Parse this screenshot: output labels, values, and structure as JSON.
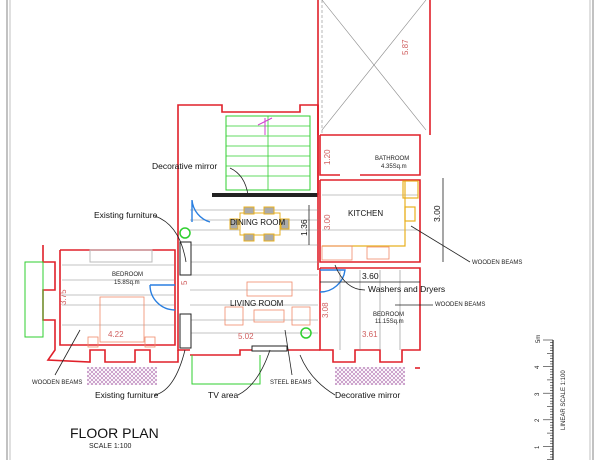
{
  "title": "FLOOR PLAN",
  "scale": "SCALE 1:100",
  "rooms": {
    "dining": "DINING ROOM",
    "living": "LIVING ROOM",
    "kitchen": "KITCHEN",
    "bathroom": "BATHROOM",
    "bathroom_area": "4.35Sq.m",
    "bedroom_left": "BEDROOM",
    "bedroom_left_area": "15.8Sq.m",
    "bedroom_right": "BEDROOM",
    "bedroom_right_area": "11.15Sq.m"
  },
  "dimensions": {
    "shaft": "5.87",
    "bathroom_h": "1.20",
    "kitchen_h": "3.00",
    "kitchen_outer": "3.00",
    "dining": "1.36",
    "kitchen_w": "3.60",
    "bedroom_right_h": "3.08",
    "bedroom_right_w": "3.61",
    "bedroom_left_h": "3.75",
    "bedroom_left_w": "4.22",
    "living_w": "5.02",
    "wall": "5"
  },
  "annotations": {
    "decorative_mirror_top": "Decorative mirror",
    "existing_furniture_top": "Existing furniture",
    "wooden_beams_kitchen": "WOODEN BEAMS",
    "washers_dryers": "Washers and Dryers",
    "wooden_beams_bedroom": "WOODEN BEAMS",
    "wooden_beams_left": "WOODEN BEAMS",
    "existing_furniture_bottom": "Existing furniture",
    "tv_area": "TV area",
    "steel_beams": "STEEL BEAMS",
    "decorative_mirror_bottom": "Decorative mirror"
  },
  "linear_scale": {
    "label": "LINEAR SCALE 1:100",
    "ticks": [
      "5m",
      "4",
      "3",
      "2",
      "1"
    ]
  }
}
